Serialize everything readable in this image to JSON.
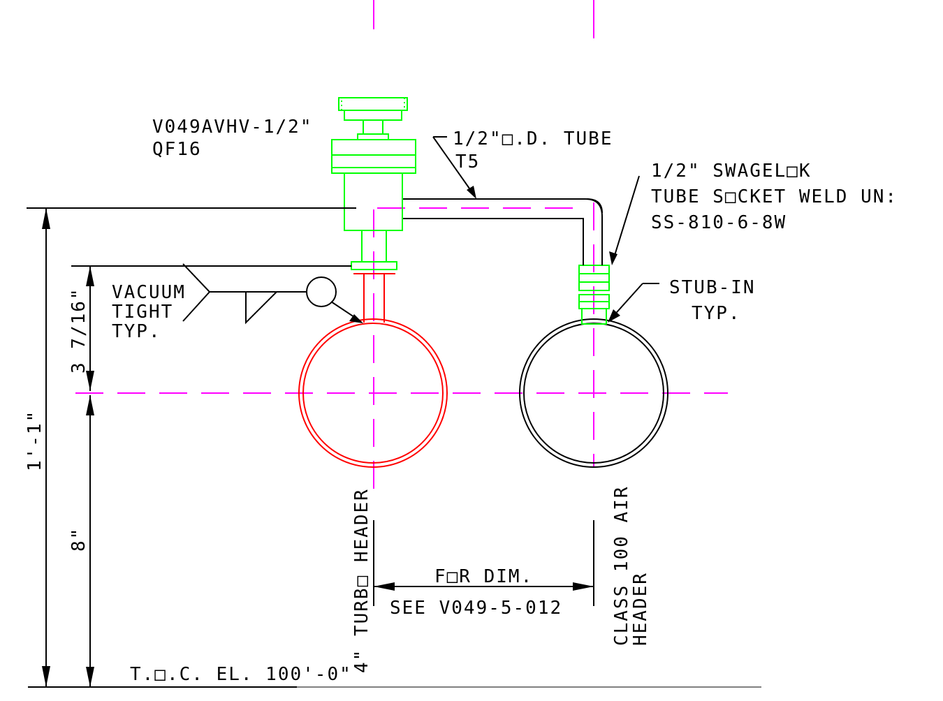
{
  "labels": {
    "valve_tag": "V049AVHV-1/2\"",
    "valve_sub": "QF16",
    "tube": "1/2\"□.D. TUBE",
    "tube_sub": "T5",
    "swagelok_1": "1/2\" SWAGEL□K",
    "swagelok_2": "TUBE S□CKET WELD UN:",
    "swagelok_3": "SS-810-6-8W",
    "weld_1": "VACUUM",
    "weld_2": "TIGHT",
    "weld_3": "TYP.",
    "stub_1": "STUB-IN",
    "stub_2": "TYP.",
    "turbo_header": "4\" TURB□ HEADER",
    "air_header_1": "CLASS 100 AIR",
    "air_header_2": "HEADER",
    "for_dim": "F□R DIM.",
    "see_ref": "SEE V049-5-012",
    "toc": "T.□.C. EL. 100'-0\""
  },
  "dimensions": {
    "overall": "1'-1\"",
    "upper": "3 7/16\"",
    "lower": "8\""
  },
  "colors": {
    "centerline": "#ff00ff",
    "valve": "#00ff00",
    "turbo_header": "#ff0000",
    "air_header": "#000000"
  }
}
